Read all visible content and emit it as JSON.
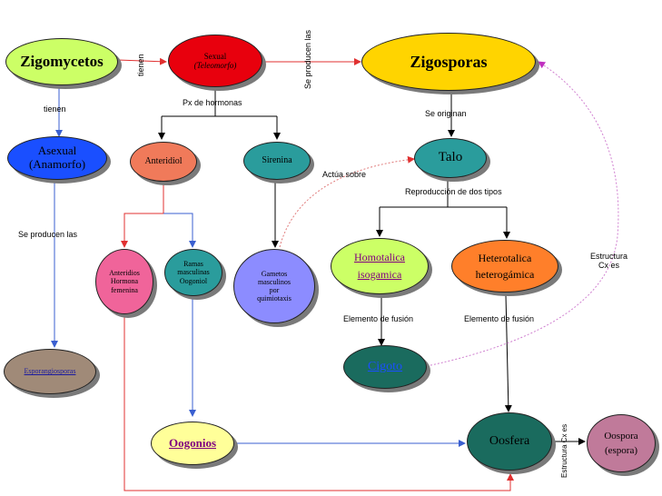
{
  "nodes": {
    "zigomycetos": "Zigomycetos",
    "sexual": "Sexual",
    "sexual_sub": "(Teleomorfo)",
    "zigosporas": "Zigosporas",
    "asexual": "Asexual",
    "asexual_sub": "(Anamorfo)",
    "anteridiol": "Anteridiol",
    "sirenina": "Sirenina",
    "talo": "Talo",
    "anteridios": "Anteridios\nHormona\nfemenina",
    "ramas": "Ramas\nmasculinas\nOogoniol",
    "gametos": "Gametos\nmasculinos\npor\nquimiotaxis",
    "homotalica": "Homotalica\nisogamica",
    "heterotalica": "Heterotalica\nheterogámica",
    "esporangiosporas": "Esporangiosporas",
    "cigoto": "Cigoto",
    "oogonios": "Oogonios",
    "oosfera": "Oosfera",
    "oospora": "Oospora\n(espora)"
  },
  "labels": {
    "tienen_top": "tienen",
    "tienen_left": "tienen",
    "se_producen_top": "Se producen las",
    "px_hormonas": "Px de hormonas",
    "se_originan": "Se originan",
    "actua_sobre": "Actúa sobre",
    "reproduccion": "Reproducción de dos tipos",
    "se_producen_left": "Se producen las",
    "elemento_fusion_1": "Elemento de fusión",
    "elemento_fusion_2": "Elemento de fusión",
    "estructura_cx": "Estructura\nCx es",
    "estructura_cx_es": "Estructura Cx es"
  },
  "colors": {
    "red": "#e8000d",
    "yellow": "#ffd400",
    "blue": "#1a4fff",
    "salmon": "#f07a5a",
    "teal": "#2a9c9c",
    "dark_teal": "#1a6b5e",
    "pink": "#f0649a",
    "lavender": "#8c8cff",
    "lime": "#ccff66",
    "orange": "#ff7f2a",
    "taupe": "#a08a78",
    "light_yellow": "#ffff99",
    "mauve": "#c07a9a"
  }
}
